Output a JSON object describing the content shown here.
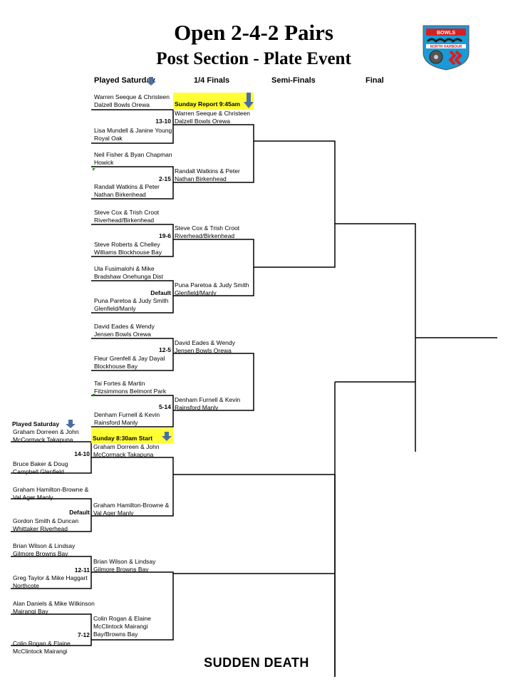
{
  "title": "Open 2-4-2 Pairs",
  "subtitle": "Post Section - Plate Event",
  "headers": {
    "played_saturday": "Played Saturday",
    "quarter_finals": "1/4 Finals",
    "semi_finals": "Semi-Finals",
    "final": "Final"
  },
  "notes": {
    "sunday_report": "Sunday Report 9:45am",
    "played_saturday_2": "Played Saturday",
    "sunday_start": "Sunday 8:30am Start"
  },
  "logo_text": {
    "top": "BOWLS",
    "bottom": "NORTH HARBOUR"
  },
  "round1": [
    {
      "team_a": [
        "Warren Seeque & Christeen",
        "Dalzell Bowls Orewa"
      ],
      "team_b": [
        "Lisa Mundell & Janine Young",
        "Royal Oak"
      ],
      "score": "13-10"
    },
    {
      "team_a": [
        "Neil Fisher & Byan Chapman",
        "Howick"
      ],
      "team_b": [
        "Randall Watkins & Peter",
        "Nathan Birkenhead"
      ],
      "score": "2-15"
    },
    {
      "team_a": [
        "Steve Cox & Trish Croot",
        "Riverhead/Birkenhead"
      ],
      "team_b": [
        "Steve Roberts & Chelley",
        "Williams Blockhouse Bay"
      ],
      "score": "19-6"
    },
    {
      "team_a": [
        "Ula Fusimalohi & Mike",
        "Bradshaw Onehunga Dist"
      ],
      "team_b": [
        "Puna Paretoa & Judy Smith",
        "Glenfield/Manly"
      ],
      "score": "Default"
    },
    {
      "team_a": [
        "David Eades & Wendy",
        "Jensen Bowls Orewa"
      ],
      "team_b": [
        "Fleur Grenfell & Jay Dayal",
        "Blockhouse Bay"
      ],
      "score": "12-5"
    },
    {
      "team_a": [
        "Tai Fortes & Martin",
        "Fitzsimmons Belmont Park"
      ],
      "team_b": [
        "Denham Furnell & Kevin",
        "Rainsford Manly"
      ],
      "score": "5-14"
    },
    {
      "team_a": [
        "Graham Dorreen & John",
        "McCormack Takapuna"
      ],
      "team_b": [
        "Bruce Baker & Doug",
        "Campbell Glenfield"
      ],
      "score": "14-10"
    },
    {
      "team_a": [
        "Graham Hamilton-Browne &",
        "Val Ager Manly"
      ],
      "team_b": [
        "Gordon Smith & Duncan",
        "Whittaker Riverhead"
      ],
      "score": "Default"
    },
    {
      "team_a": [
        "Brian Wilson & Lindsay",
        "Gilmore Browns Bay"
      ],
      "team_b": [
        "Greg Taylor & Mike Haggart",
        "Northcote"
      ],
      "score": "12-11"
    },
    {
      "team_a": [
        "Alan Daniels & Mike Wilkinson",
        "Mairangi Bay"
      ],
      "team_b": [
        "Colin Rogan & Elaine",
        "McClintock Mairangi"
      ],
      "score": "7-12"
    }
  ],
  "quarter_finalists": [
    [
      "Warren Seeque & Christeen",
      "Dalzell Bowls Orewa"
    ],
    [
      "Randall Watkins & Peter",
      "Nathan Birkenhead"
    ],
    [
      "Steve Cox & Trish Croot",
      "Riverhead/Birkenhead"
    ],
    [
      "Puna Paretoa & Judy Smith",
      "Glenfield/Manly"
    ],
    [
      "David Eades & Wendy",
      "Jensen Bowls Orewa"
    ],
    [
      "Denham Furnell & Kevin",
      "Rainsford Manly"
    ],
    [
      "Graham Dorreen & John",
      "McCormack Takapuna"
    ],
    [
      "Graham Hamilton-Browne &",
      "Val Ager Manly"
    ],
    [
      "Brian Wilson & Lindsay",
      "Gilmore Browns Bay"
    ],
    [
      "Colin Rogan & Elaine",
      "McClintock Mairangi",
      "Bay/Browns Bay"
    ]
  ],
  "footer": "SUDDEN DEATH"
}
